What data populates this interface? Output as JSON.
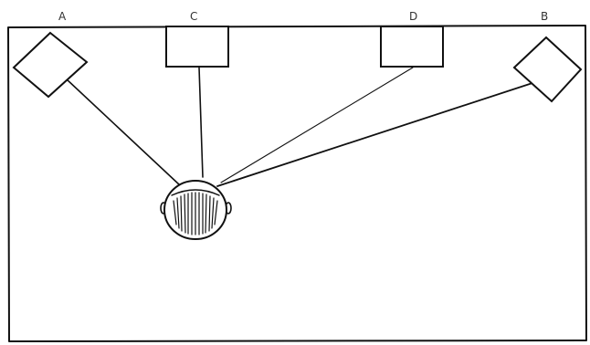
{
  "labels": {
    "a": "A",
    "b": "B",
    "c": "C",
    "d": "D"
  },
  "components": {
    "speaker_a": "square-speaker",
    "speaker_b": "square-speaker",
    "speaker_c": "rectangle-speaker",
    "speaker_d": "rectangle-speaker",
    "listener": "head-top-view"
  },
  "colors": {
    "ink": "#111111",
    "label": "#333333",
    "background": "#ffffff"
  }
}
